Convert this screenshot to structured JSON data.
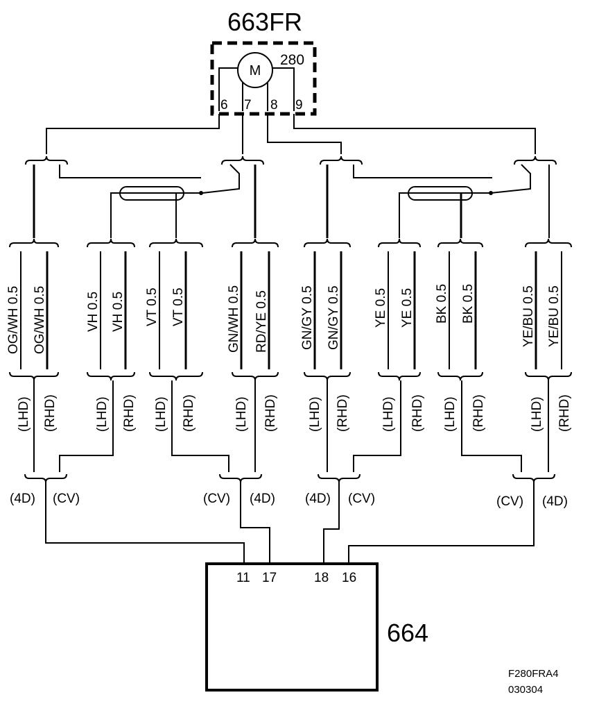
{
  "motor": {
    "component_id": "663FR",
    "symbol_label": "M",
    "part_number": "280",
    "pins": [
      "6",
      "7",
      "8",
      "9"
    ]
  },
  "ecu": {
    "component_id": "664",
    "pins": [
      "11",
      "17",
      "18",
      "16"
    ]
  },
  "wire_pairs": [
    {
      "lhd": "OG/WH  0.5",
      "rhd": "OG/WH  0.5",
      "variant_lhd": "(LHD)",
      "variant_rhd": "(RHD)"
    },
    {
      "lhd": "VH  0.5",
      "rhd": "VH  0.5",
      "variant_lhd": "(LHD)",
      "variant_rhd": "(RHD)"
    },
    {
      "lhd": "VT  0.5",
      "rhd": "VT  0.5",
      "variant_lhd": "(LHD)",
      "variant_rhd": "(RHD)"
    },
    {
      "lhd": "GN/WH  0.5",
      "rhd": "RD/YE  0.5",
      "variant_lhd": "(LHD)",
      "variant_rhd": "(RHD)"
    },
    {
      "lhd": "GN/GY  0.5",
      "rhd": "GN/GY  0.5",
      "variant_lhd": "(LHD)",
      "variant_rhd": "(RHD)"
    },
    {
      "lhd": "YE  0.5",
      "rhd": "YE  0.5",
      "variant_lhd": "(LHD)",
      "variant_rhd": "(RHD)"
    },
    {
      "lhd": "BK  0.5",
      "rhd": "BK  0.5",
      "variant_lhd": "(LHD)",
      "variant_rhd": "(RHD)"
    },
    {
      "lhd": "YE/BU  0.5",
      "rhd": "YE/BU  0.5",
      "variant_lhd": "(LHD)",
      "variant_rhd": "(RHD)"
    }
  ],
  "body_variants": [
    {
      "left": "(4D)",
      "right": "(CV)"
    },
    {
      "left": "(CV)",
      "right": "(4D)"
    },
    {
      "left": "(4D)",
      "right": "(CV)"
    },
    {
      "left": "(CV)",
      "right": "(4D)"
    }
  ],
  "reference": {
    "figure_code": "F280FRA4",
    "date_code": "030304"
  }
}
